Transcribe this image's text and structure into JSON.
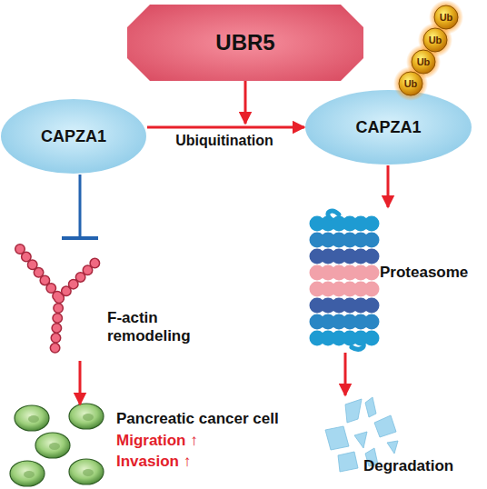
{
  "diagram": {
    "nodes": [
      {
        "text": [
          "UBR5"
        ]
      },
      {
        "text": [
          "CAPZA1"
        ]
      },
      {
        "text": [
          "CAPZA1"
        ]
      },
      {
        "text": [
          "F-actin remodeling"
        ]
      },
      {
        "text": [
          "Proteasome"
        ]
      },
      {
        "text": [
          "Pancreatic cancer cell",
          "Migration ↑",
          "Invasion ↑"
        ]
      },
      {
        "text": [
          "Degradation"
        ]
      }
    ],
    "edges": [
      {
        "from": 1,
        "to": 2,
        "label": "Ubiquitination",
        "arrow": "to"
      },
      {
        "from": 1,
        "to": 3,
        "arrow": "to"
      },
      {
        "from": 3,
        "to": 5,
        "arrow": "to"
      },
      {
        "from": 2,
        "to": 4,
        "arrow": "to"
      },
      {
        "from": 4,
        "to": 6,
        "arrow": "to"
      }
    ],
    "labels": [
      "Ub",
      "Ub",
      "Ub",
      "Ub"
    ]
  }
}
